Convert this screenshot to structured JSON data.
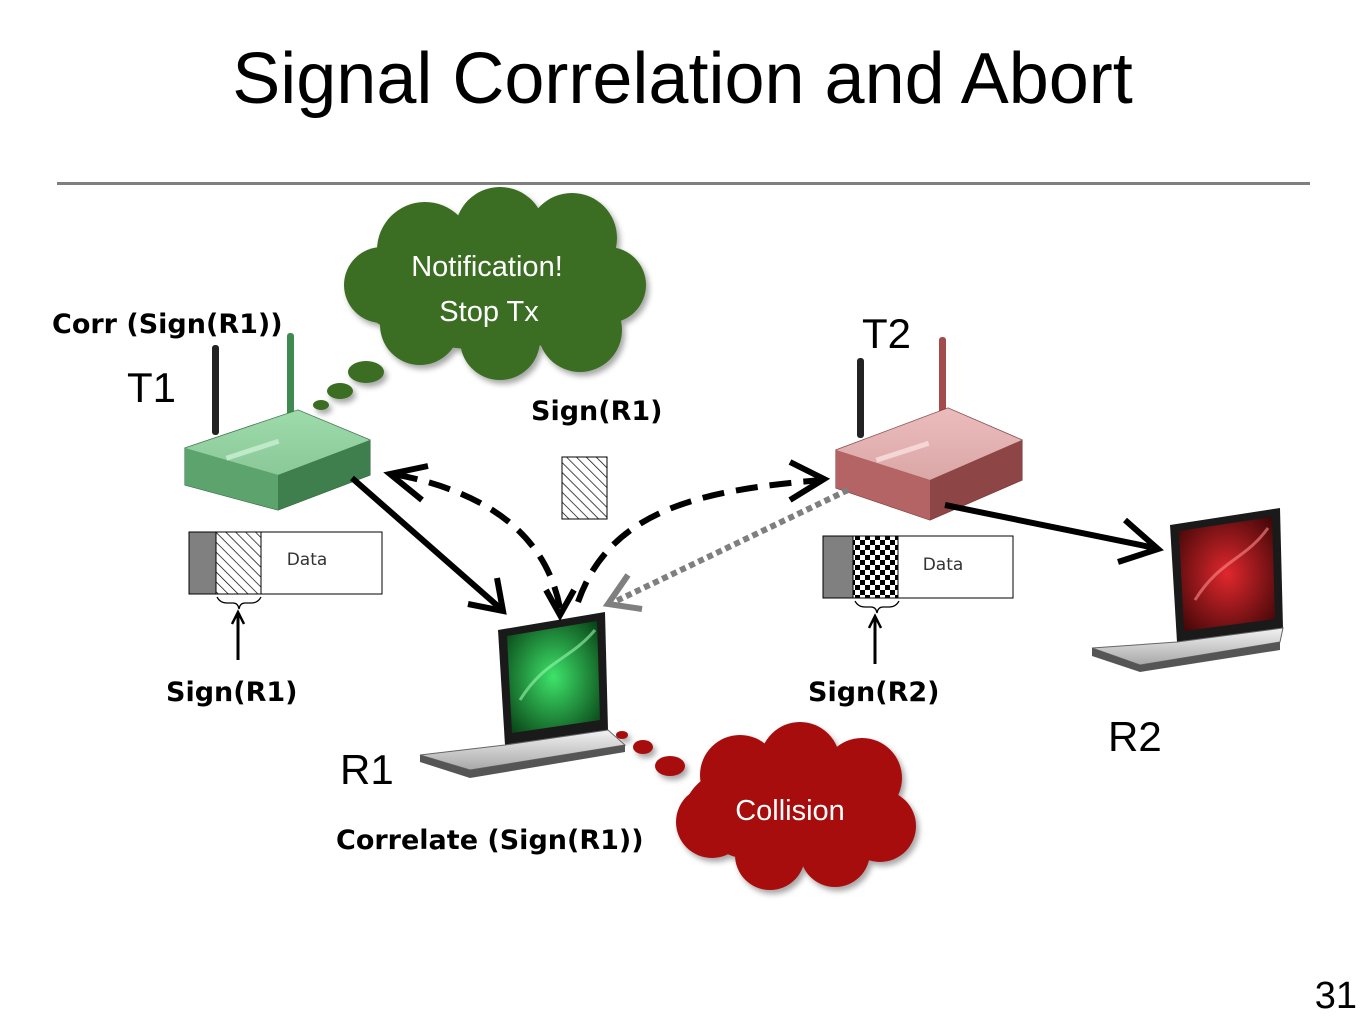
{
  "slide": {
    "title": "Signal Correlation and Abort",
    "page_number": "31"
  },
  "nodes": {
    "t1": "T1",
    "t2": "T2",
    "r1": "R1",
    "r2": "R2"
  },
  "labels": {
    "corr_sign_r1": "Corr (Sign(R1))",
    "sign_r1_center": "Sign(R1)",
    "sign_r1_packet": "Sign(R1)",
    "sign_r2_packet": "Sign(R2)",
    "correlate_sign_r1": "Correlate (Sign(R1))",
    "data_t1": "Data",
    "data_t2": "Data"
  },
  "clouds": {
    "notification_line1": "Notification!",
    "notification_line2": "Stop Tx",
    "collision": "Collision"
  },
  "colors": {
    "notification_cloud": "#3b6e22",
    "collision_cloud": "#a80a0a",
    "router_t1": "#4f9a62",
    "router_t2": "#b56a6a",
    "screen_r1": "#0f8a2a",
    "screen_r2": "#8a0d0d"
  },
  "icons": [
    "router-icon",
    "laptop-icon",
    "thought-cloud-icon",
    "arrow-icon"
  ]
}
